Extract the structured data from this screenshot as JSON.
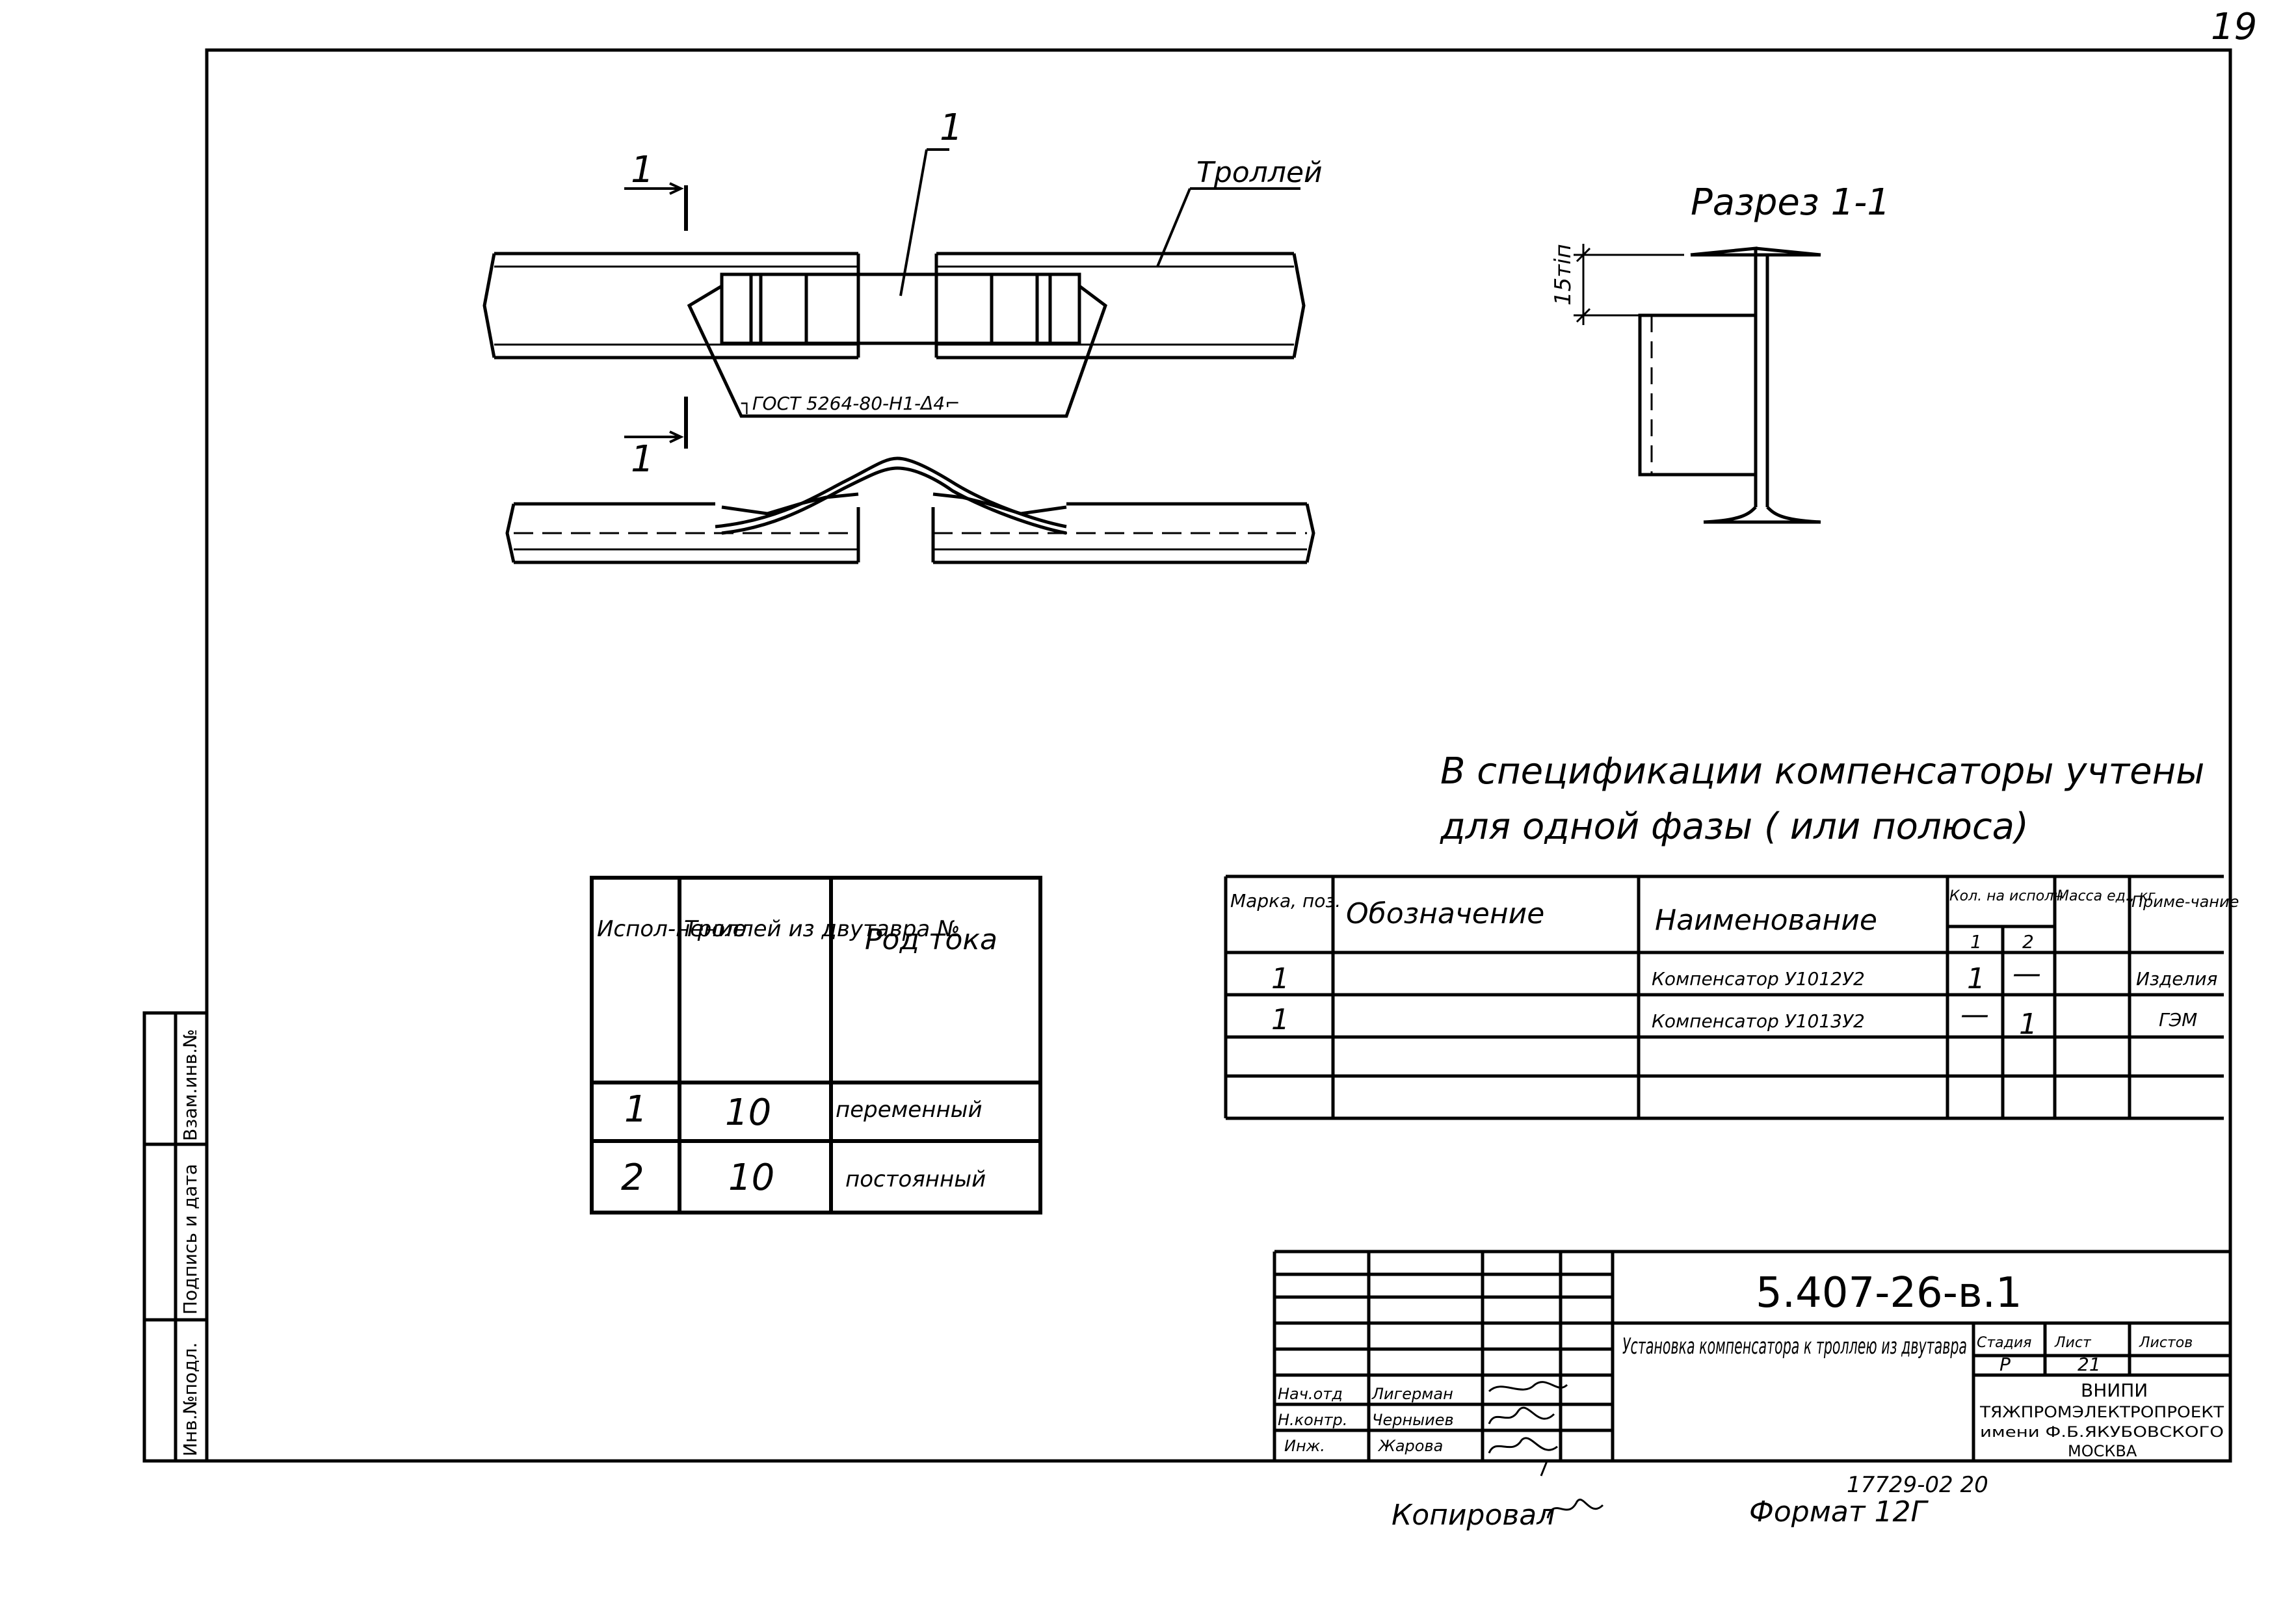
{
  "sheet_number": "19",
  "drawing": {
    "callout_1": "1",
    "section_mark_top": "1",
    "section_mark_bottom": "1",
    "trolley_label": "Троллей",
    "weld_note": "┐ГОСТ 5264-80-Н1-Δ4⌐",
    "section_title": "Разрез 1-1",
    "dim_15": "15тiп"
  },
  "spec_note": {
    "line1": "В спецификации компенсаторы учтены",
    "line2": "для одной фазы ( или полюса)"
  },
  "table_left": {
    "headers": [
      "Испол-нение",
      "Троллей из двутавра №",
      "Род тока"
    ],
    "rows": [
      [
        "1",
        "10",
        "переменный"
      ],
      [
        "2",
        "10",
        "постоянный"
      ]
    ]
  },
  "table_spec": {
    "headers": {
      "mark": "Марка, поз.",
      "designation": "Обозначение",
      "name": "Наименование",
      "qty": "Кол. на исполн",
      "qty_1": "1",
      "qty_2": "2",
      "mass": "Масса ед., кг",
      "note": "Приме-чание"
    },
    "rows": [
      {
        "mark": "1",
        "designation": "",
        "name": "Компенсатор У1012У2",
        "q1": "1",
        "q2": "—",
        "mass": "",
        "note": "Изделия"
      },
      {
        "mark": "1",
        "designation": "",
        "name": "Компенсатор У1013У2",
        "q1": "—",
        "q2": "1",
        "mass": "",
        "note": "ГЭМ"
      }
    ]
  },
  "side_stamp": {
    "cells": [
      "Взам.инв.№",
      "Подпись и дата",
      "Инв.№подл."
    ]
  },
  "title_block": {
    "code": "5.407-26-в.1",
    "title": "Установка компенсатора к троллею из двутавра",
    "stage_label": "Стадия",
    "sheet_label": "Лист",
    "sheets_label": "Листов",
    "stage": "Р",
    "sheet": "21",
    "sheets": "",
    "org_line1": "ВНИПИ",
    "org_line2": "ТЯЖПРОМЭЛЕКТРОПРОЕКТ",
    "org_line3": "имени Ф.Б.ЯКУБОВСКОГО",
    "org_line4": "МОСКВА",
    "signers": [
      {
        "role": "Нач.отд",
        "name": "Лигерман"
      },
      {
        "role": "Н.контр.",
        "name": "Черныиев"
      },
      {
        "role": "Инж.",
        "name": "Жарова"
      }
    ]
  },
  "footer": {
    "doc_number": "17729-02 20",
    "copied": "Копировал",
    "format": "Формат 12Г"
  }
}
